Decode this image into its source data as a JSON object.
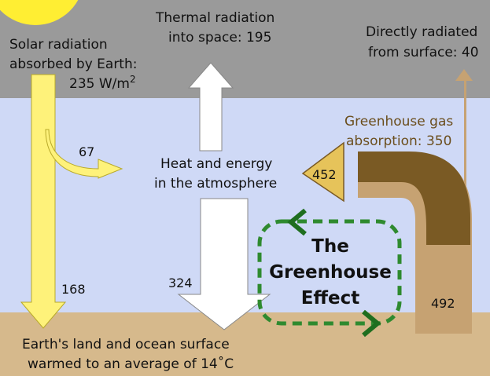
{
  "labels": {
    "solar_1": "Solar radiation",
    "solar_2": "absorbed by Earth:",
    "solar_3": "235 W/m",
    "solar_sup": "2",
    "thermal_1": "Thermal radiation",
    "thermal_2": "into space: 195",
    "direct_1": "Directly radiated",
    "direct_2": "from surface:  40",
    "gas_1": "Greenhouse gas",
    "gas_2": "absorption: 350",
    "v67": "67",
    "heat_1": "Heat and energy",
    "heat_2": "in the atmosphere",
    "v452": "452",
    "v168": "168",
    "v324": "324",
    "v492": "492",
    "gh_1": "The",
    "gh_2": "Greenhouse",
    "gh_3": "Effect",
    "surface_1": "Earth's land and ocean surface",
    "surface_2": "warmed to an average of 14˚C"
  },
  "colors": {
    "space": "#9a9a9a",
    "atmosphere": "#cfd9f6",
    "surface": "#d6b98c",
    "sun": "#ffee33",
    "solar_arrow": "#fef27a",
    "solar_stroke": "#b8a92a",
    "thermal_arrow": "#ffffff",
    "dark_brown": "#7a5a24",
    "light_brown": "#c6a272",
    "gas_text": "#6b4e1d",
    "arrow_452": "#e6c35a",
    "cycle": "#2f8a2f",
    "cycle_head": "#1f6e1f"
  }
}
